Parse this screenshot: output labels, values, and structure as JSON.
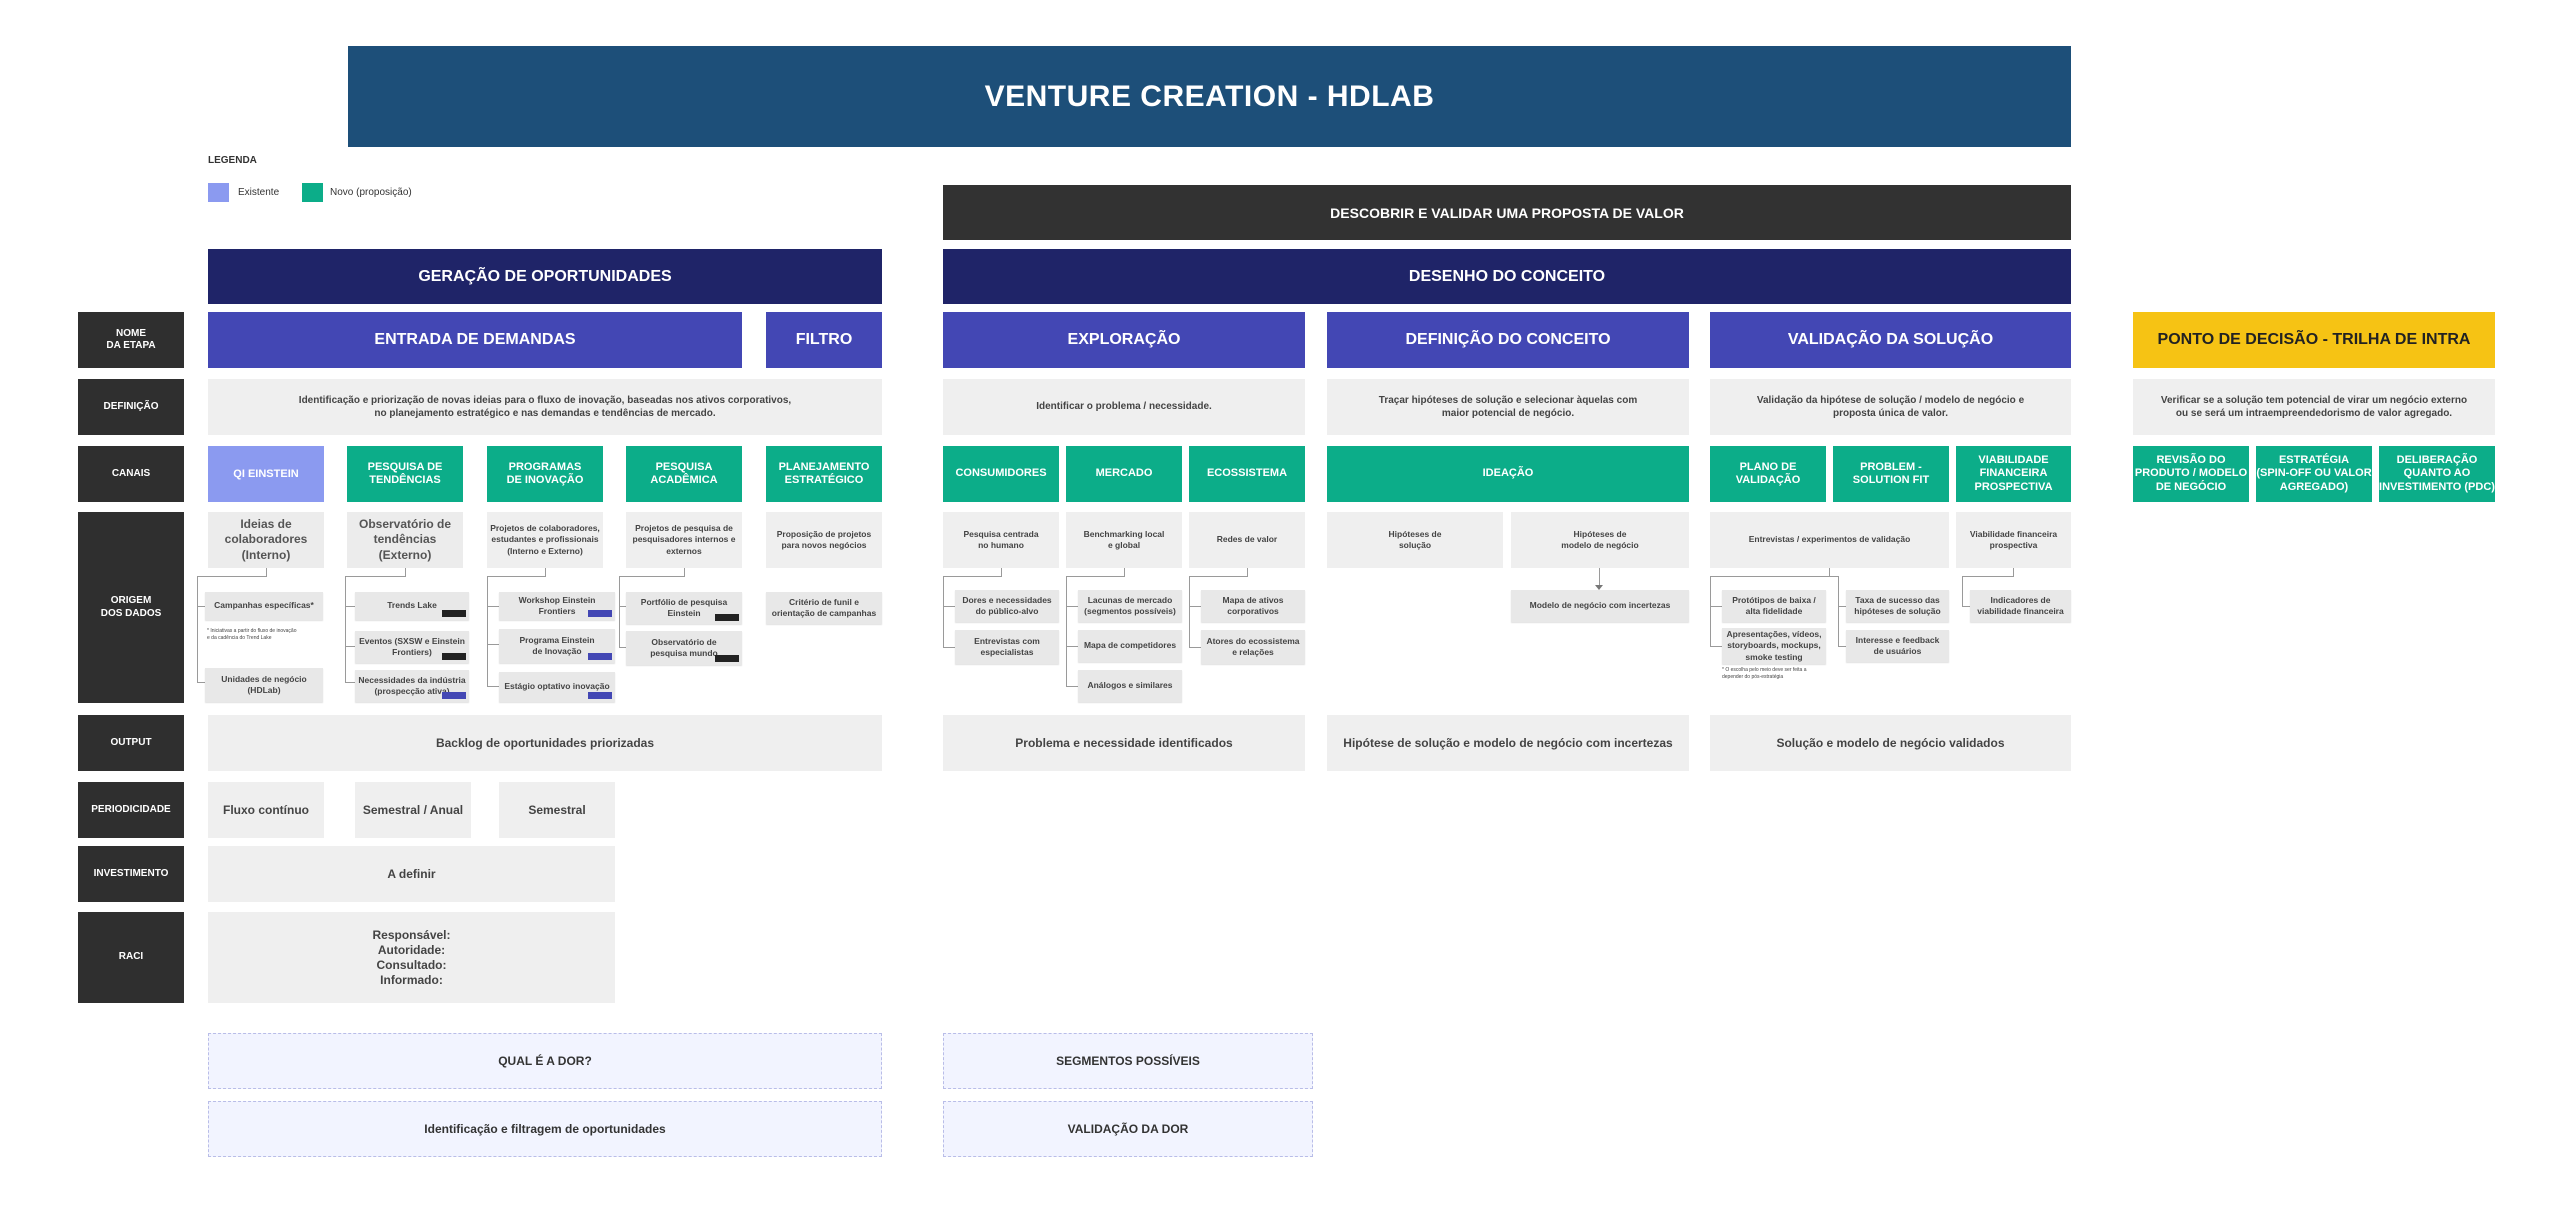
{
  "title": "VENTURE CREATION - HDLAB",
  "legend": {
    "heading": "LEGENDA",
    "items": [
      {
        "label": "Existente",
        "color": "#8b9af0"
      },
      {
        "label": "Novo (proposição)",
        "color": "#0cad89"
      }
    ]
  },
  "colors": {
    "title": "#1d4f79",
    "navy": "#1f2468",
    "indigo": "#4347b4",
    "green": "#0cad89",
    "yellow": "#f6c314",
    "dark": "#323232"
  },
  "banners": {
    "descobrir": "DESCOBRIR E VALIDAR UMA PROPOSTA DE VALOR",
    "geracao": "GERAÇÃO DE OPORTUNIDADES",
    "desenho": "DESENHO DO CONCEITO"
  },
  "row_labels": {
    "nome": "NOME\nDA ETAPA",
    "definicao": "DEFINIÇÃO",
    "canais": "CANAIS",
    "origem": "ORIGEM\nDOS DADOS",
    "output": "OUTPUT",
    "periodicidade": "PERIODICIDADE",
    "investimento": "INVESTIMENTO",
    "raci": "RACI"
  },
  "stages": {
    "entrada": "ENTRADA DE DEMANDAS",
    "filtro": "FILTRO",
    "exploracao": "EXPLORAÇÃO",
    "definicao": "DEFINIÇÃO DO CONCEITO",
    "validacao": "VALIDAÇÃO DA SOLUÇÃO",
    "decisao": "PONTO DE DECISÃO - TRILHA DE INTRA"
  },
  "definitions": {
    "entrada": "Identificação e priorização de novas ideias para o fluxo de inovação, baseadas nos ativos corporativos,\nno planejamento estratégico e nas demandas e tendências de mercado.",
    "exploracao": "Identificar o problema / necessidade.",
    "definicao": "Traçar hipóteses de solução e selecionar àquelas com\nmaior potencial de negócio.",
    "validacao": "Validação da hipótese de solução / modelo de negócio e\nproposta única de valor.",
    "decisao": "Verificar se a solução tem potencial de virar um negócio externo\nou se será um intraempreendedorismo de valor agregado."
  },
  "channels": {
    "qi": "QI EINSTEIN",
    "pesquisa_tend": "PESQUISA DE\nTENDÊNCIAS",
    "programas": "PROGRAMAS\nDE INOVAÇÃO",
    "pesquisa_acad": "PESQUISA\nACADÊMICA",
    "planejamento": "PLANEJAMENTO\nESTRATÉGICO",
    "consumidores": "CONSUMIDORES",
    "mercado": "MERCADO",
    "ecossistema": "ECOSSISTEMA",
    "ideacao": "IDEAÇÃO",
    "plano": "PLANO DE\nVALIDAÇÃO",
    "problem": "PROBLEM -\nSOLUTION FIT",
    "viabilidade": "VIABILIDADE\nFINANCEIRA\nPROSPECTIVA",
    "revisao": "REVISÃO DO\nPRODUTO / MODELO\nDE NEGÓCIO",
    "estrategia": "ESTRATÉGIA\n(SPIN-OFF OU VALOR\nAGREGADO)",
    "deliberacao": "DELIBERAÇÃO\nQUANTO AO\nINVESTIMENTO (PDC)"
  },
  "origem": {
    "ideias": "Ideias de\ncolaboradores\n(Interno)",
    "observatorio": "Observatório de\ntendências\n(Externo)",
    "projetos_colab": "Projetos de colaboradores,\nestudantes e profissionais\n(Interno e Externo)",
    "projetos_pesq": "Projetos de pesquisa de\npesquisadores internos e\nexternos",
    "proposicao": "Proposição de projetos\npara novos negócios",
    "campanhas": "Campanhas específicas*",
    "campanhas_note": "* Iniciativas a partir do fluxo de inovação\ne da cadência do Trend Lake",
    "unidades": "Unidades de negócio\n(HDLab)",
    "trends_lake": "Trends Lake",
    "eventos": "Eventos (SXSW e Einstein\nFrontiers)",
    "necessidades": "Necessidades da indústria\n(prospecção ativa)",
    "workshop": "Workshop Einstein Frontiers",
    "programa_einstein": "Programa Einstein\nde Inovação",
    "estagio": "Estágio optativo inovação",
    "portfolio": "Portfólio de pesquisa\nEinstein",
    "obs_mundo": "Observatório de\npesquisa mundo",
    "criterio": "Critério de funil e\norientação de campanhas",
    "pesquisa_centrada": "Pesquisa centrada\nno humano",
    "dores": "Dores e necessidades\ndo público-alvo",
    "entrevistas": "Entrevistas com\nespecialistas",
    "benchmarking": "Benchmarking local\ne global",
    "lacunas": "Lacunas de mercado\n(segmentos possíveis)",
    "mapa_comp": "Mapa de competidores",
    "analogos": "Análogos e similares",
    "redes": "Redes de valor",
    "mapa_ativos": "Mapa de ativos\ncorporativos",
    "atores": "Atores do ecossistema\ne relações",
    "hipoteses_sol": "Hipóteses de\nsolução",
    "hipoteses_mod": "Hipóteses de\nmodelo de negócio",
    "modelo_inc": "Modelo de negócio com incertezas",
    "entrevistas_exp": "Entrevistas / experimentos de validação",
    "prototipos": "Protótipos de baixa /\nalta fidelidade",
    "apresentacoes": "Apresentações, vídeos,\nstoryboards, mockups,\nsmoke testing",
    "prototipos_note": "* O escolha pelo meio deve ser feita a\ndepender do pós-estratégia",
    "taxa": "Taxa de sucesso das\nhipóteses de solução",
    "interesse": "Interesse e feedback\nde usuários",
    "viab_prosp": "Viabilidade financeira\nprospectiva",
    "indicadores": "Indicadores de\nviabilidade financeira"
  },
  "outputs": {
    "backlog": "Backlog de oportunidades priorizadas",
    "problema": "Problema e necessidade identificados",
    "hipotese": "Hipótese de solução e modelo de negócio com incertezas",
    "solucao": "Solução e modelo de negócio validados"
  },
  "periodicidade": [
    "Fluxo contínuo",
    "Semestral / Anual",
    "Semestral"
  ],
  "investimento": "A definir",
  "raci": "Responsável:\nAutoridade:\nConsultado:\nInformado:",
  "boxes": {
    "qual_dor": "QUAL É A DOR?",
    "identificacao": "Identificação e filtragem de oportunidades",
    "segmentos": "SEGMENTOS POSSÍVEIS",
    "validacao_dor": "VALIDAÇÃO DA DOR"
  }
}
